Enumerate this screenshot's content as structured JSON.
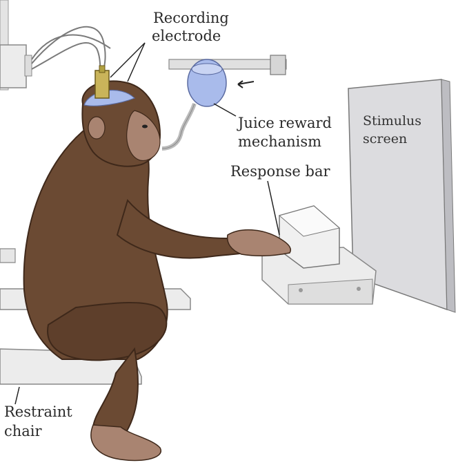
{
  "labels": {
    "recording_line1": "Recording",
    "recording_line2": "electrode",
    "juice_line1": "Juice reward",
    "juice_line2": "mechanism",
    "response": "Response bar",
    "stimulus_line1": "Stimulus",
    "stimulus_line2": "screen",
    "chair_line1": "Restraint",
    "chair_line2": "chair"
  },
  "colors": {
    "fur": "#6b4a33",
    "fur_dark": "#4e3322",
    "skin": "#b08a73",
    "metal": "#e6e6e6",
    "metal_edge": "#8a8a8a",
    "electrode": "#c9b45a",
    "juice": "#a8b8e8",
    "screen": "#d9d9dc"
  }
}
